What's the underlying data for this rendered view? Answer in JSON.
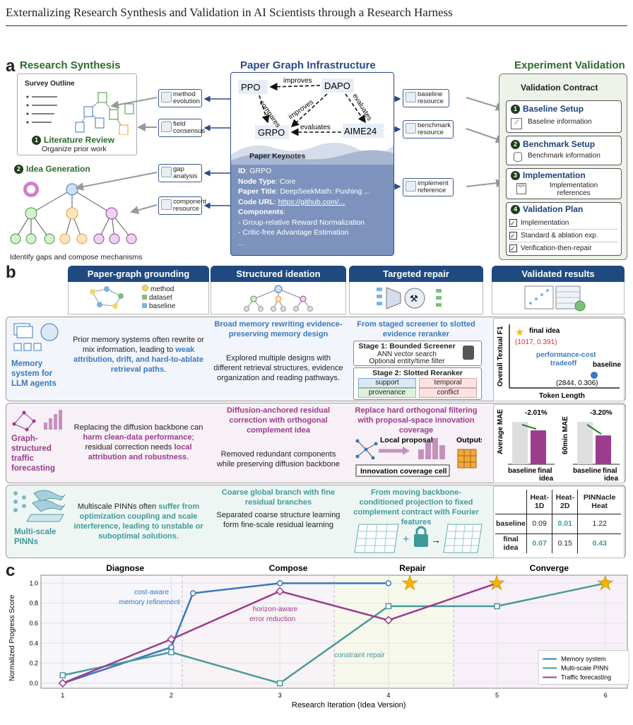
{
  "header": {
    "title": "Externalizing Research Synthesis and Validation in AI Scientists through a Research Harness"
  },
  "panel_a": {
    "letter": "a",
    "synthesis": {
      "title": "Research Synthesis",
      "survey_outline": "Survey Outline",
      "lit_review": "Literature Review",
      "lit_review_num": "1",
      "lit_review_sub": "Organize prior work",
      "idea_gen": "Idea Generation",
      "idea_gen_num": "2",
      "idea_gen_sub": "Identify gaps and compose mechanisms"
    },
    "chips_left": [
      {
        "label": "method\nevolution"
      },
      {
        "label": "field\nconsensus"
      },
      {
        "label": "gap\nanalysis"
      },
      {
        "label": "component\nresource"
      }
    ],
    "graph": {
      "title": "Paper Graph Infrastructure",
      "nodes": [
        "PPO",
        "DAPO",
        "GRPO",
        "AIME24"
      ],
      "edges": [
        "improves",
        "compares",
        "improves",
        "evaluates",
        "evaluates"
      ],
      "keynotes_title": "Paper Keynotes",
      "keynotes": {
        "id_label": "ID",
        "id_value": "GRPO",
        "type_label": "Node Type",
        "type_value": "Core",
        "title_label": "Paper Title",
        "title_value": "DeepSeekMath: Pushing ...",
        "code_label": "Code URL",
        "code_value": "https://github.com/...",
        "comp_label": "Components",
        "comp_items": [
          "- Group-relative Reward Normalization",
          "- Critic-free Advantage Estimation",
          "..."
        ]
      }
    },
    "chips_right": [
      {
        "label": "baseline\nresource"
      },
      {
        "label": "benchmark\nresource"
      },
      {
        "label": "implement\nreference"
      }
    ],
    "validation": {
      "title": "Experiment Validation",
      "contract": "Validation Contract",
      "steps": [
        {
          "num": "1",
          "title": "Baseline Setup",
          "sub": "Baseline information"
        },
        {
          "num": "2",
          "title": "Benchmark Setup",
          "sub": "Benchmark information"
        },
        {
          "num": "3",
          "title": "Implementation",
          "sub": "Implementation references"
        },
        {
          "num": "4",
          "title": "Validation Plan",
          "items": [
            "Implementation",
            "Standard & ablation exp.",
            "Verification-then-repair"
          ]
        }
      ]
    }
  },
  "panel_b": {
    "letter": "b",
    "columns": [
      "Paper-graph grounding",
      "Structured ideation",
      "Targeted repair",
      "Validated results"
    ],
    "legend": [
      "method",
      "dataset",
      "baseline"
    ],
    "rows": [
      {
        "name": "Memory system for LLM agents",
        "grounding_pre": "Prior memory systems often rewrite or mix information, leading to ",
        "grounding_hl": "weak attribution, drift, and hard-to-ablate retrieval paths",
        "grounding_post": ".",
        "ideation_title": "Broad memory rewriting evidence-preserving memory design",
        "ideation_body": "Explored multiple designs with different retrieval structures, evidence organization and reading pathways.",
        "repair_title": "From staged screener to slotted evidence reranker",
        "stage1_title": "Stage 1: Bounded Screener",
        "stage1_l1": "ANN vector search",
        "stage1_l2": "Optional entity/time filter",
        "stage2_title": "Stage 2: Slotted Reranker",
        "slots": [
          "support",
          "temporal",
          "provenance",
          "conflict"
        ],
        "result": {
          "ylabel": "Overall Textual F1",
          "xlabel": "Token Length",
          "final_label": "final idea",
          "final_coord": "(1017, 0.391)",
          "baseline_label": "baseline",
          "baseline_coord": "(2844, 0.306)",
          "tradeoff": "performance-cost tradeoff"
        }
      },
      {
        "name": "Graph-structured traffic forecasting",
        "grounding_pre": "Replacing the diffusion backbone can ",
        "grounding_hl": "harm clean-data performance",
        "grounding_mid": "; residual correction needs ",
        "grounding_hl2": "local attribution and robustness",
        "grounding_post": ".",
        "ideation_title": "Diffusion-anchored residual correction with orthogonal complement idea",
        "ideation_body": "Removed redundant components while preserving diffusion backbone",
        "repair_title": "Replace hard orthogonal filtering with proposal-space innovation coverage",
        "local_proposal": "Local proposal",
        "outputs": "Outputs",
        "innovation": "Innovation coverage cell",
        "result": {
          "left": {
            "ylabel": "Average MAE",
            "delta": "-2.01%",
            "baseline": 1.0,
            "final": 0.9799
          },
          "right": {
            "ylabel": "60min MAE",
            "delta": "-3.20%",
            "baseline": 1.0,
            "final": 0.968
          },
          "xcats": [
            "baseline",
            "final idea"
          ]
        }
      },
      {
        "name": "Multi-scale PINNs",
        "grounding_pre": "Multiscale PINNs often ",
        "grounding_hl": "suffer from optimization coupling and scale interference, leading to unstable or suboptimal solutions",
        "grounding_post": ".",
        "ideation_title": "Coarse global branch with fine residual branches",
        "ideation_body": "Separated coarse structure learning form fine-scale residual learning",
        "repair_title": "From moving backbone-conditioned projection to fixed complement contract with Fourier features",
        "result": {
          "headers": [
            "",
            "Heat-1D",
            "Heat-2D",
            "PINNacle Heat"
          ],
          "rows": [
            [
              "baseline",
              "0.09",
              "0.01",
              "1.22"
            ],
            [
              "final idea",
              "0.07",
              "0.15",
              "0.43"
            ]
          ]
        }
      }
    ]
  },
  "panel_c": {
    "letter": "c",
    "phases": [
      "Diagnose",
      "Compose",
      "Repair",
      "Converge"
    ],
    "annotations": [
      "cost-aware memory refinement",
      "horizon-aware error reduction",
      "constraint repair"
    ]
  },
  "chart_data": {
    "type": "line",
    "xlabel": "Research Iteration (Idea Version)",
    "ylabel": "Normalized Progress Score",
    "xlim": [
      0.8,
      6.2
    ],
    "ylim": [
      -0.05,
      1.08
    ],
    "xticks": [
      "1",
      "2",
      "3",
      "4",
      "5",
      "6"
    ],
    "yticks": [
      "0.0",
      "0.2",
      "0.4",
      "0.6",
      "0.8",
      "1.0"
    ],
    "grid": true,
    "legend_position": "bottom-right",
    "series": [
      {
        "name": "Memory system",
        "color": "#3a78c0",
        "marker": "circle",
        "x": [
          1,
          2,
          2.2,
          3,
          4
        ],
        "y": [
          0.0,
          0.36,
          0.9,
          1.0,
          1.0
        ],
        "star_x": 4.2,
        "star_y": 1.0
      },
      {
        "name": "Multi-scale PINN",
        "color": "#4a9a9a",
        "marker": "square",
        "x": [
          1,
          2,
          3,
          4,
          5,
          6
        ],
        "y": [
          0.08,
          0.31,
          0.0,
          0.77,
          0.77,
          1.0
        ],
        "star_x": 6.0,
        "star_y": 1.0
      },
      {
        "name": "Traffic forecasting",
        "color": "#9b3c8c",
        "marker": "diamond",
        "x": [
          1,
          2,
          3,
          4,
          5
        ],
        "y": [
          0.0,
          0.44,
          0.92,
          0.63,
          1.0
        ],
        "star_x": 5.0,
        "star_y": 1.0
      }
    ]
  }
}
